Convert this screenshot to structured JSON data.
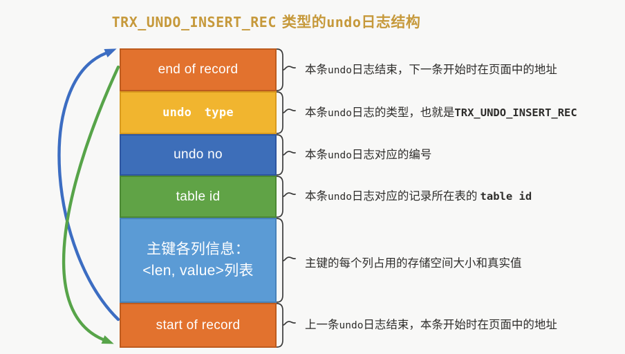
{
  "title": {
    "color": "#C6993B",
    "parts": [
      {
        "text": "TRX_UNDO_INSERT_REC"
      },
      {
        "text": " 类型的"
      },
      {
        "text": "undo"
      },
      {
        "text": "日志结构"
      }
    ]
  },
  "rows": [
    {
      "label": "end of record",
      "fill": "#E2722E",
      "border": "#BD5B1E",
      "ann": [
        {
          "t": "本条"
        },
        {
          "t": "undo"
        },
        {
          "t": "日志结束，下一条开始时在页面中的地址"
        }
      ]
    },
    {
      "label": "undo type",
      "fill": "#F1B52F",
      "border": "#D89A1E",
      "ann": [
        {
          "t": "本条"
        },
        {
          "t": "undo"
        },
        {
          "t": "日志的类型，也就是"
        },
        {
          "t": "TRX_UNDO_INSERT_REC"
        }
      ]
    },
    {
      "label": "undo no",
      "fill": "#3D6EB9",
      "border": "#2D55A0",
      "ann": [
        {
          "t": "本条"
        },
        {
          "t": "undo"
        },
        {
          "t": "日志对应的编号"
        }
      ]
    },
    {
      "label": "table id",
      "fill": "#60A346",
      "border": "#4B8833",
      "ann": [
        {
          "t": "本条"
        },
        {
          "t": "undo"
        },
        {
          "t": "日志对应的记录所在表的 "
        },
        {
          "t": "table id"
        }
      ]
    },
    {
      "label": "主键各列信息：\n<len, value>列表",
      "fill": "#5B9BD5",
      "border": "#4782BA",
      "ann": [
        {
          "t": "主键的每个列占用的存储空间大小和真实值"
        }
      ]
    },
    {
      "label": "start of record",
      "fill": "#E2722E",
      "border": "#BD5B1E",
      "ann": [
        {
          "t": "上一条"
        },
        {
          "t": "undo"
        },
        {
          "t": "日志结束，本条开始时在页面中的地址"
        }
      ]
    }
  ],
  "arrows": {
    "blue": "#3C6DC2",
    "green": "#57A449"
  },
  "bracket_color": "#3B3B3B"
}
